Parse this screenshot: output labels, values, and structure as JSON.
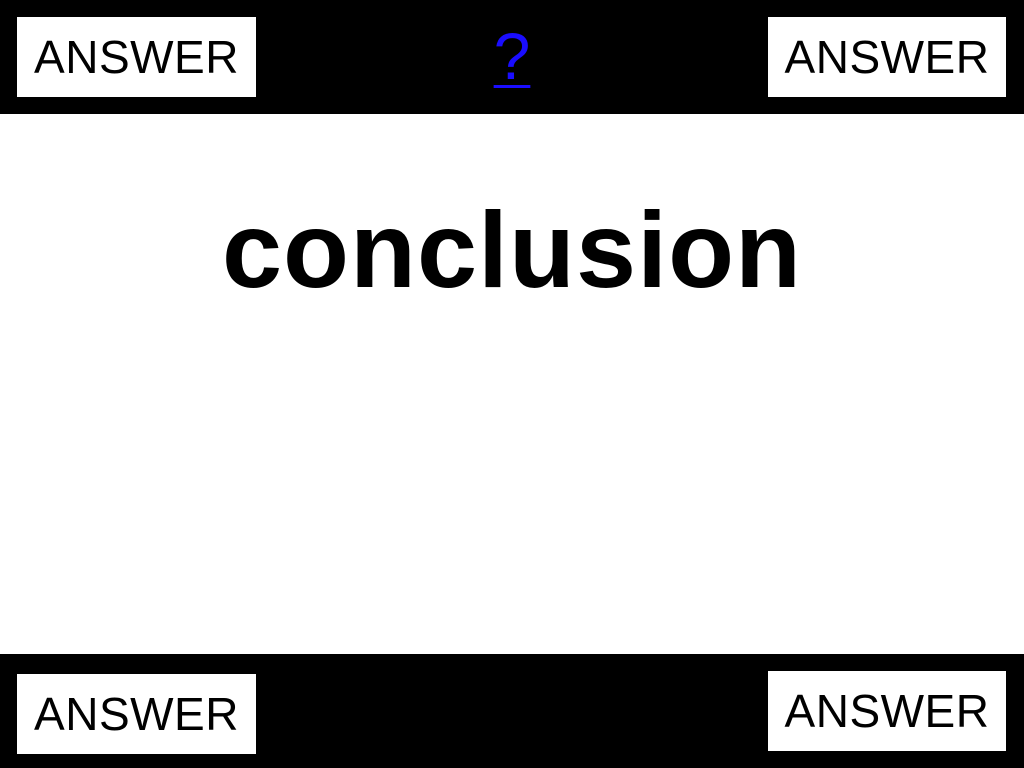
{
  "header": {
    "question_link": "?"
  },
  "buttons": {
    "top_left": "ANSWER",
    "top_right": "ANSWER",
    "bottom_left": "ANSWER",
    "bottom_right": "ANSWER"
  },
  "main": {
    "term": "conclusion"
  },
  "colors": {
    "bar": "#000000",
    "background": "#ffffff",
    "link": "#1a0dff"
  }
}
